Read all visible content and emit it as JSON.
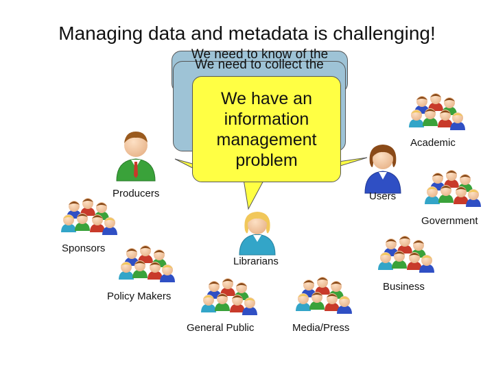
{
  "title": "Managing data and metadata is challenging!",
  "bubbles": {
    "back1_text": "We need to know of the",
    "back2_text": "We need to collect the",
    "front_text": "We have an information management problem"
  },
  "labels": {
    "academic": "Academic",
    "producers": "Producers",
    "users": "Users",
    "government": "Government",
    "sponsors": "Sponsors",
    "librarians": "Librarians",
    "business": "Business",
    "policy_makers": "Policy Makers",
    "general_public": "General Public",
    "media_press": "Media/Press"
  },
  "colors": {
    "bubble_front": "#ffff44",
    "bubble_back": "#9ec3d6",
    "green_shirt": "#3aa23a",
    "blue_shirt": "#2f4fc4",
    "teal_shirt": "#33a5c8",
    "red_shirt": "#c83a2a"
  }
}
